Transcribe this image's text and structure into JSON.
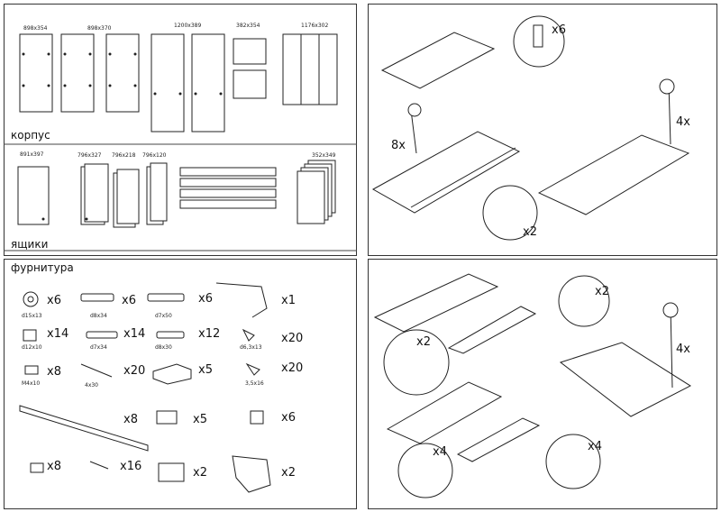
{
  "sections": {
    "korpus": "корпус",
    "yashchiki": "ящики",
    "furnitura": "фурнитура"
  },
  "korpus_dims": [
    "898x354",
    "898x370",
    "1200x389",
    "382x354",
    "1176x302"
  ],
  "yashchiki_dims": [
    "891x397",
    "796x327",
    "796x218",
    "796x120",
    "352x349"
  ],
  "hardware": [
    {
      "size": "d15x13",
      "count": "x6"
    },
    {
      "size": "d8x34",
      "count": "x6"
    },
    {
      "size": "d7x50",
      "count": "x6"
    },
    {
      "size": "",
      "count": "x1"
    },
    {
      "size": "d12x10",
      "count": "x14"
    },
    {
      "size": "d7x34",
      "count": "x14"
    },
    {
      "size": "d8x30",
      "count": "x12"
    },
    {
      "size": "d6,3x13",
      "count": "x20"
    },
    {
      "size": "M4x10",
      "count": "x8"
    },
    {
      "size": "4x30",
      "count": "x20"
    },
    {
      "size": "",
      "count": "x5"
    },
    {
      "size": "3,5x16",
      "count": "x20"
    },
    {
      "size": "",
      "count": "x8"
    },
    {
      "size": "",
      "count": "x5"
    },
    {
      "size": "",
      "count": "x6"
    },
    {
      "size": "",
      "count": "x8"
    },
    {
      "size": "",
      "count": "x16"
    },
    {
      "size": "",
      "count": "x2"
    },
    {
      "size": "",
      "count": "x2"
    }
  ],
  "step1_counts": [
    "x6",
    "8x",
    "4x",
    "x2"
  ],
  "step2_counts": [
    "x2",
    "x2",
    "4x",
    "x4",
    "x4"
  ]
}
